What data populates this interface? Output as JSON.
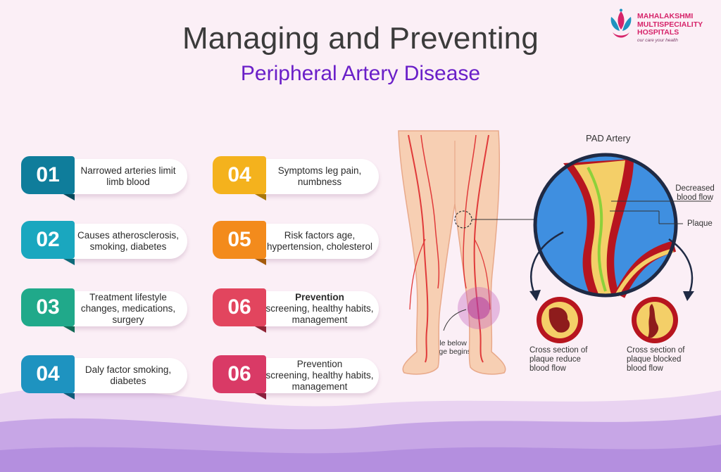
{
  "header": {
    "title": "Managing and Preventing",
    "subtitle": "Peripheral Artery Disease"
  },
  "logo": {
    "line1": "MAHALAKSHMI",
    "line2": "MULTISPECIALITY",
    "line3": "HOSPITALS",
    "tagline": "our care your health"
  },
  "cards_left": [
    {
      "num": "01",
      "text": "Narrowed arteries limit limb blood"
    },
    {
      "num": "02",
      "text": "Causes atherosclerosis, smoking, diabetes"
    },
    {
      "num": "03",
      "text": "Treatment lifestyle changes, medications, surgery"
    },
    {
      "num": "04",
      "text": "Daly factor smoking, diabetes"
    }
  ],
  "cards_right": [
    {
      "num": "04",
      "text": "Symptoms leg pain, numbness"
    },
    {
      "num": "05",
      "text": "Risk factors age, hypertension, cholesterol"
    },
    {
      "num": "06",
      "title": "Prevention",
      "text": "screening, healthy habits, management"
    },
    {
      "num": "06",
      "title": "Prevention",
      "text": "screening, healthy habits, management"
    }
  ],
  "illustration": {
    "artery_title": "PAD Artery",
    "decreased_flow": "Decreased blood flow",
    "plaque": "Plaque",
    "muscle_note": "Muscle below blockage begins",
    "cross_section_1": "Cross section of plaque reduce blood flow",
    "cross_section_2": "Cross section of plaque blocked blood flow"
  },
  "colors": {
    "title": "#3b3b3b",
    "subtitle": "#6a1fc8",
    "card_01": "#0f7d9b",
    "card_02": "#1aa7bf",
    "card_03": "#20a98a",
    "card_04_left": "#1e93c0",
    "card_04_right": "#f4b21d",
    "card_05": "#f38b1c",
    "card_06_a": "#e2455e",
    "card_06_b": "#d93a66",
    "logo": "#d6246a"
  }
}
